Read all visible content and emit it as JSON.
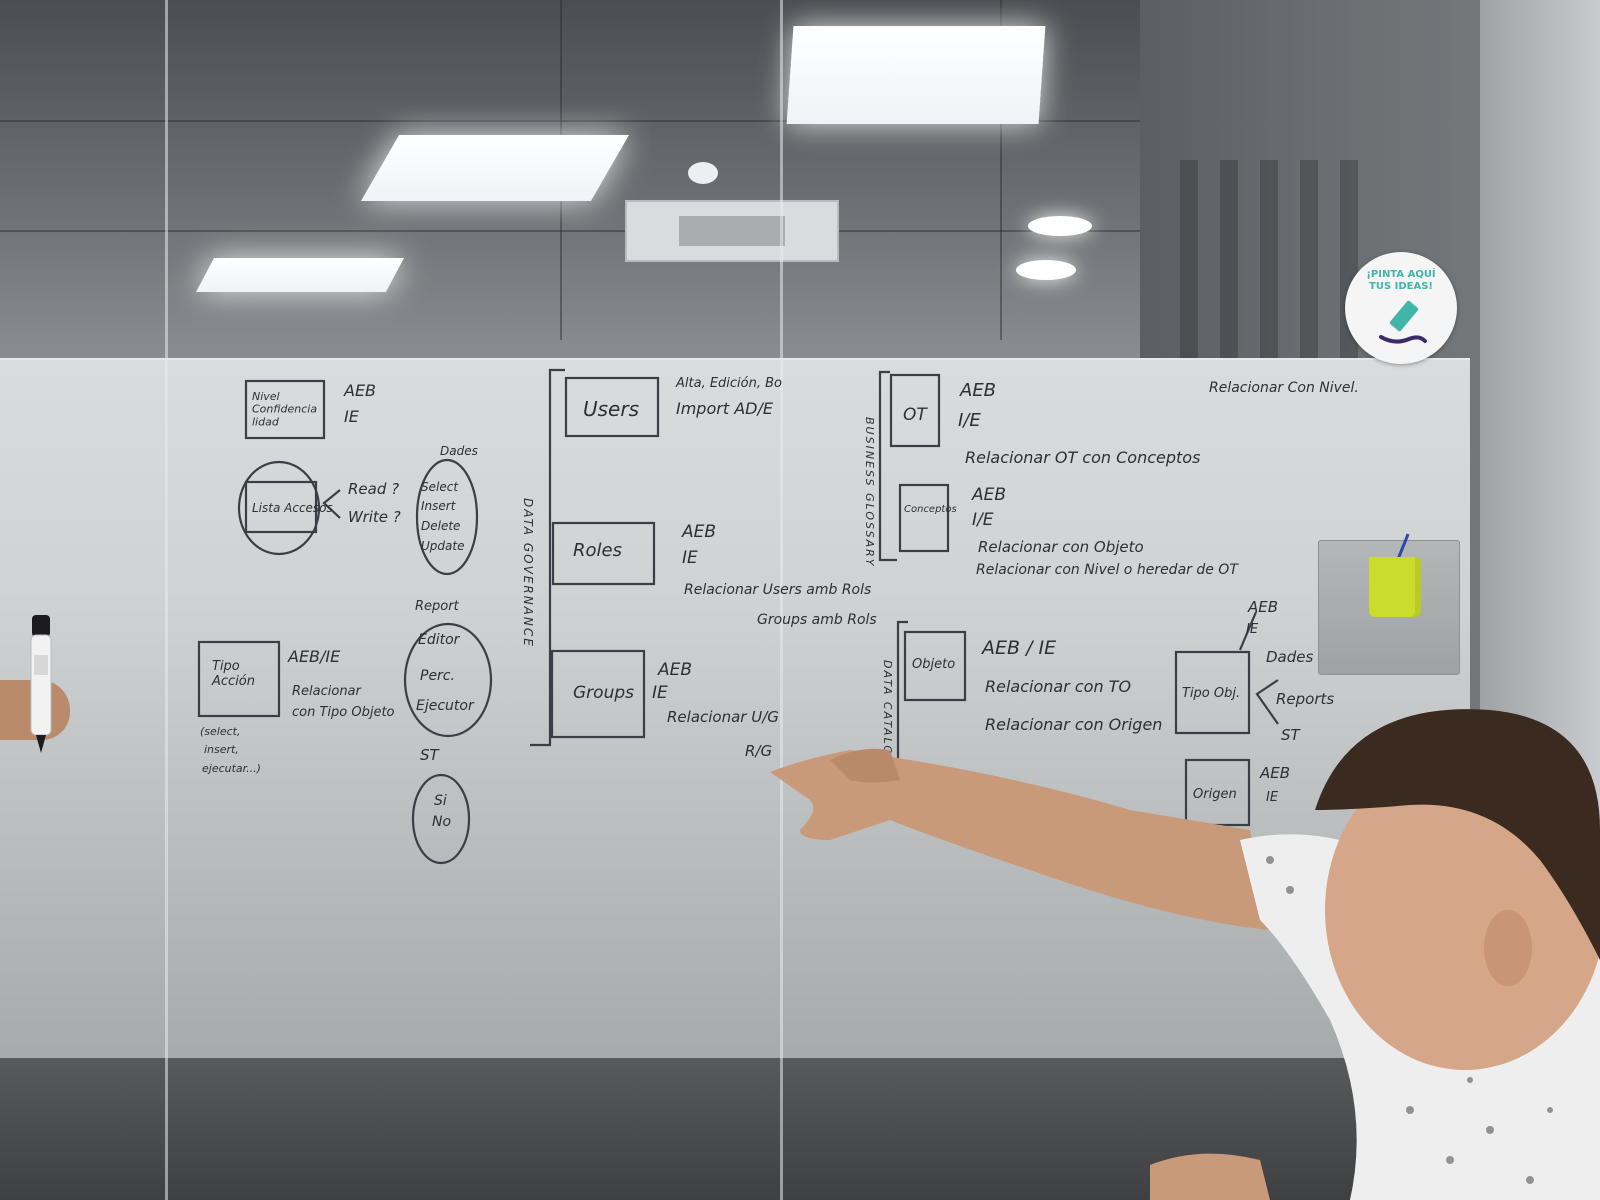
{
  "sticker": {
    "line1": "¡PINTA AQUÍ",
    "line2": "TUS IDEAS!"
  },
  "board": {
    "left": {
      "nivel_box": "Nivel\nConfidencia\nlidad",
      "nivel_notes": [
        "AEB",
        "IE"
      ],
      "lista_box": "Lista Accesos",
      "read": "Read ?",
      "write": "Write ?",
      "dades": "Dades",
      "dades_ops": [
        "Select",
        "Insert",
        "Delete",
        "Update"
      ],
      "report": "Report",
      "report_ops": [
        "Editor",
        "Perc.",
        "Ejecutor"
      ],
      "tipo_accion_box": "Tipo\nAcción",
      "tipo_accion_notes": [
        "AEB/IE",
        "Relacionar",
        "con Tipo Objeto"
      ],
      "tipo_accion_sub": [
        "(select,",
        "insert,",
        "ejecutar...)"
      ],
      "st": "ST",
      "si_no": [
        "Si",
        "No"
      ]
    },
    "data_governance": {
      "label": "DATA GOVERNANCE",
      "users_box": "Users",
      "users_notes": [
        "Alta, Edición, Bo",
        "Import AD/E"
      ],
      "roles_box": "Roles",
      "roles_notes": [
        "AEB",
        "IE",
        "Relacionar Users amb Rols",
        "Groups amb Rols"
      ],
      "groups_box": "Groups",
      "groups_notes": [
        "AEB",
        "IE",
        "Relacionar U/G",
        "R/G"
      ]
    },
    "business_glossary": {
      "label": "BUSINESS GLOSSARY",
      "ot_box": "OT",
      "ot_notes": [
        "AEB",
        "I/E",
        "Relacionar OT con Conceptos"
      ],
      "conceptos_box": "Conceptos",
      "conceptos_notes": [
        "AEB",
        "I/E",
        "Relacionar con Objeto",
        "Relacionar con Nivel o heredar de OT"
      ]
    },
    "top_right_note": "Relacionar Con Nivel.",
    "data_catalog": {
      "label": "DATA CATALOG",
      "objeto_box": "Objeto",
      "objeto_notes": [
        "AEB / IE",
        "Relacionar con TO",
        "Relacionar con Origen"
      ],
      "tipo_obj_box": "Tipo Obj.",
      "tipo_obj_notes": [
        "AEB",
        "IE",
        "Dades",
        "Reports",
        "ST"
      ],
      "origen_box": "Origen",
      "origen_notes": [
        "AEB",
        "IE"
      ]
    }
  }
}
